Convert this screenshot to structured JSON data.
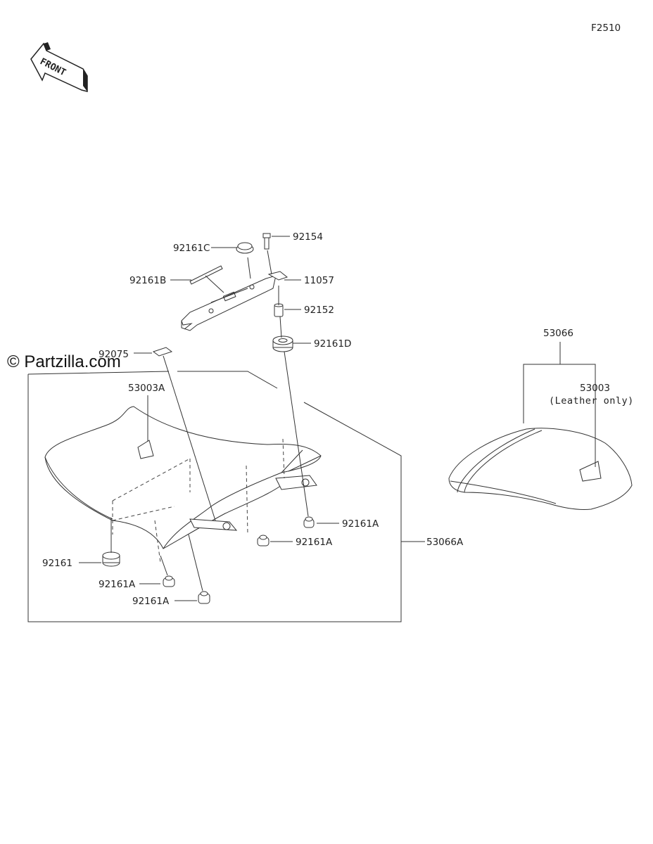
{
  "figure_code": "F2510",
  "front_arrow_label": "FRONT",
  "watermark": "© Partzilla.com",
  "parts": {
    "p92154": "92154",
    "p92161C": "92161C",
    "p11057": "11057",
    "p92161B": "92161B",
    "p92152": "92152",
    "p92161D": "92161D",
    "p92075": "92075",
    "p53003A": "53003A",
    "p92161A_1": "92161A",
    "p92161A_2": "92161A",
    "p92161": "92161",
    "p92161A_3": "92161A",
    "p92161A_4": "92161A",
    "p53066A": "53066A",
    "p53066": "53066",
    "p53003": "53003",
    "p53003_note": "(Leather only)"
  }
}
